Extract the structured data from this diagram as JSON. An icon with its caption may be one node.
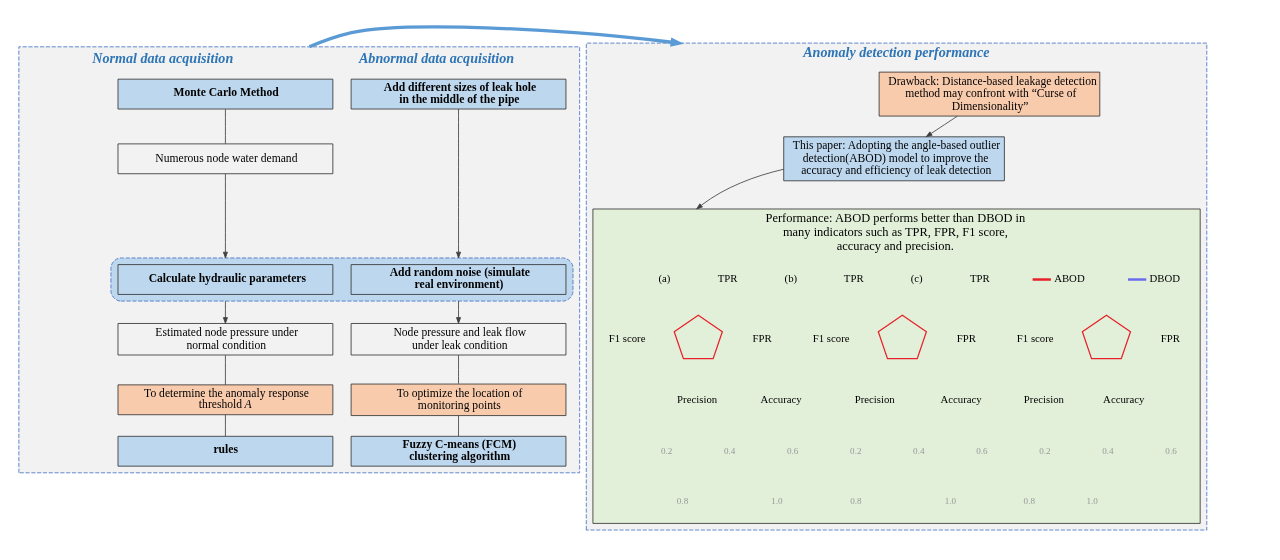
{
  "diagram": {
    "nodes": [
      {
        "text": [
          "Normal data acquisition",
          "Abnormal data acquisition"
        ]
      },
      {
        "text": [
          "Monte Carlo Method"
        ],
        "in": 0
      },
      {
        "text": [
          "Numerous node water demand"
        ],
        "in": 0
      },
      {
        "text": [
          "Add different sizes of leak hole in the middle of the pipe"
        ],
        "in": 0
      },
      {
        "text": [],
        "shape": "box",
        "in": 0
      },
      {
        "text": [
          "Calculate hydraulic parameters"
        ],
        "in": 4
      },
      {
        "text": [
          "Add random noise (simulate real environment)"
        ],
        "in": 4
      },
      {
        "text": [
          "Estimated node pressure under normal condition"
        ],
        "in": 0
      },
      {
        "text": [
          "Node pressure and leak flow under leak condition"
        ],
        "in": 0
      },
      {
        "text": [
          "To determine the anomaly response threshold *A*"
        ],
        "in": 0
      },
      {
        "text": [
          "To optimize the location of monitoring points"
        ],
        "in": 0
      },
      {
        "text": [
          "rules"
        ],
        "in": 0
      },
      {
        "text": [
          "Fuzzy C-means (FCM) clustering algorithm"
        ],
        "in": 0
      },
      {
        "text": [
          "Anomaly detection performance"
        ]
      },
      {
        "text": [
          "Drawback: Distance-based leakage detection method may confront with “Curse of Dimensionality”"
        ],
        "in": 13
      },
      {
        "text": [
          "This paper: Adopting the angle-based outlier detection(ABOD) model to improve the accuracy and efficiency of leak detection"
        ],
        "in": 13
      },
      {
        "text": [
          "Performance: ABOD performs better than DBOD in many indicators such as TPR, FPR, F1 score, accuracy and precision."
        ],
        "in": 13
      },
      {
        "text": [],
        "shape": "picture",
        "in": 16
      },
      {
        "text": [],
        "shape": "picture",
        "in": 16
      },
      {
        "text": [],
        "shape": "picture",
        "in": 16
      }
    ],
    "edges": [
      {
        "from": 1,
        "to": 2,
        "arrow": "none"
      },
      {
        "from": 2,
        "to": 4,
        "arrow": "to"
      },
      {
        "from": 3,
        "to": 4,
        "arrow": "to"
      },
      {
        "from": 4,
        "to": 7,
        "arrow": "to"
      },
      {
        "from": 4,
        "to": 8,
        "arrow": "to"
      },
      {
        "from": 7,
        "to": 9,
        "arrow": "none"
      },
      {
        "from": 9,
        "to": 11,
        "arrow": "none"
      },
      {
        "from": 8,
        "to": 10,
        "arrow": "none"
      },
      {
        "from": 10,
        "to": 12,
        "arrow": "none"
      },
      {
        "from": 0,
        "to": 13,
        "arrow": "to",
        "style": "thick",
        "color": "#5b9bd5"
      },
      {
        "from": 14,
        "to": 15,
        "arrow": "to"
      },
      {
        "from": 15,
        "to": 16,
        "arrow": "to"
      }
    ],
    "labels": [
      "(a)",
      "TPR",
      "F1 score",
      "FPR",
      "Precision",
      "Accuracy",
      "0.2",
      "0.4",
      "0.6",
      "0.8",
      "1.0",
      "(b)",
      "TPR",
      "F1 score",
      "FPR",
      "Precision",
      "Accuracy",
      "0.2",
      "0.4",
      "0.6",
      "0.8",
      "1.0",
      "(c)",
      "TPR",
      "F1 score",
      "FPR",
      "Precision",
      "Accuracy",
      "0.2",
      "0.4",
      "0.6",
      "0.8",
      "1.0"
    ],
    "legend": [
      {
        "text": "ABOD"
      },
      {
        "text": "DBOD"
      }
    ]
  }
}
